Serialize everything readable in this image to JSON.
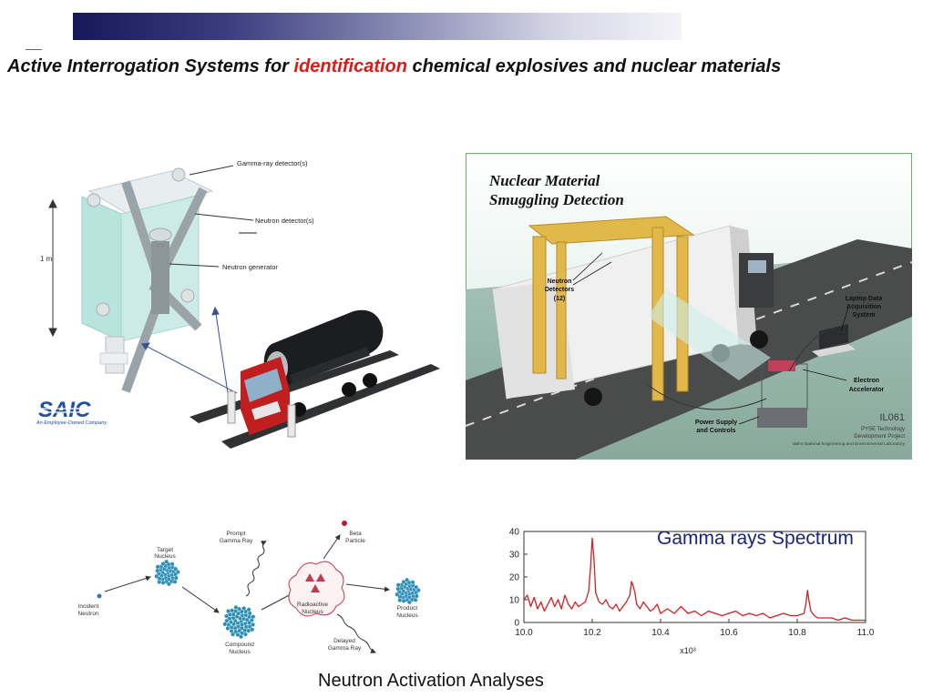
{
  "header": {
    "title_before": "Active Interrogation Systems for ",
    "title_highlight": "identification",
    "title_after": "  chemical explosives and nuclear materials",
    "highlight_color": "#e01818"
  },
  "saic_figure": {
    "labels": {
      "gamma": "Gamma-ray detector(s)",
      "neutron_det": "Neutron detector(s)",
      "generator": "Neutron generator",
      "scale": "1 m"
    },
    "logo_text": "SAIC",
    "logo_tagline": "An Employee-Owned Company"
  },
  "smuggling_figure": {
    "title_line1": "Nuclear Material",
    "title_line2": "Smuggling Detection",
    "labels": {
      "neutron_l1": "Neutron",
      "neutron_l2": "Detectors",
      "neutron_l3": "(12)",
      "laptop_l1": "Laptop Data",
      "laptop_l2": "Acquisition",
      "laptop_l3": "System",
      "electron_l1": "Electron",
      "electron_l2": "Accelerator",
      "power_l1": "Power Supply",
      "power_l2": "and Controls",
      "code": "IL061",
      "credit_l1": "PYSE Technology",
      "credit_l2": "Development Project",
      "credit_l3": "Idaho National Engineering and Environmental Laboratory"
    }
  },
  "activation_diagram": {
    "incident_l1": "Incident",
    "incident_l2": "Neutron",
    "target_l1": "Target",
    "target_l2": "Nucleus",
    "prompt_l1": "Prompt",
    "prompt_l2": "Gamma Ray",
    "compound_l1": "Compound",
    "compound_l2": "Nucleus",
    "beta_l1": "Beta",
    "beta_l2": "Particle",
    "radioactive_l1": "Radioactive",
    "radioactive_l2": "Nucleus",
    "product_l1": "Product",
    "product_l2": "Nucleus",
    "delayed_l1": "Delayed",
    "delayed_l2": "Gamma Ray"
  },
  "caption": "Neutron Activation Analyses",
  "chart_data": {
    "type": "line",
    "title": "Gamma rays Spectrum",
    "xlabel": "x10³",
    "ylabel": "",
    "xlim": [
      10.0,
      11.0
    ],
    "ylim": [
      0,
      40
    ],
    "xticks": [
      "10.0",
      "10.2",
      "10.4",
      "10.6",
      "10.8",
      "11.0"
    ],
    "yticks": [
      "0",
      "10",
      "20",
      "30",
      "40"
    ],
    "color": "#d32020",
    "series": [
      {
        "x": [
          10.0,
          10.01,
          10.02,
          10.03,
          10.04,
          10.05,
          10.06,
          10.07,
          10.08,
          10.09,
          10.1,
          10.11,
          10.12,
          10.13,
          10.14,
          10.15,
          10.16,
          10.17,
          10.18,
          10.19,
          10.195,
          10.2,
          10.205,
          10.21,
          10.22,
          10.23,
          10.24,
          10.25,
          10.26,
          10.27,
          10.28,
          10.29,
          10.3,
          10.31,
          10.315,
          10.32,
          10.325,
          10.33,
          10.34,
          10.35,
          10.36,
          10.37,
          10.38,
          10.39,
          10.4,
          10.42,
          10.44,
          10.46,
          10.48,
          10.5,
          10.52,
          10.54,
          10.56,
          10.58,
          10.6,
          10.62,
          10.64,
          10.66,
          10.68,
          10.7,
          10.72,
          10.74,
          10.76,
          10.78,
          10.8,
          10.82,
          10.825,
          10.83,
          10.835,
          10.84,
          10.85,
          10.86,
          10.88,
          10.9,
          10.92,
          10.94,
          10.96,
          10.98,
          11.0
        ],
        "y": [
          10,
          12,
          7,
          11,
          6,
          9,
          5,
          8,
          11,
          7,
          10,
          6,
          12,
          8,
          6,
          9,
          7,
          8,
          9,
          14,
          24,
          37,
          28,
          13,
          9,
          8,
          10,
          7,
          6,
          8,
          5,
          7,
          9,
          12,
          18,
          16,
          13,
          8,
          6,
          9,
          7,
          5,
          6,
          8,
          4,
          6,
          4,
          7,
          4,
          5,
          3,
          5,
          4,
          3,
          4,
          5,
          3,
          4,
          3,
          4,
          2,
          3,
          4,
          3,
          3,
          4,
          8,
          14,
          9,
          5,
          3,
          2,
          2,
          2,
          1,
          2,
          1,
          1,
          1
        ]
      }
    ]
  }
}
